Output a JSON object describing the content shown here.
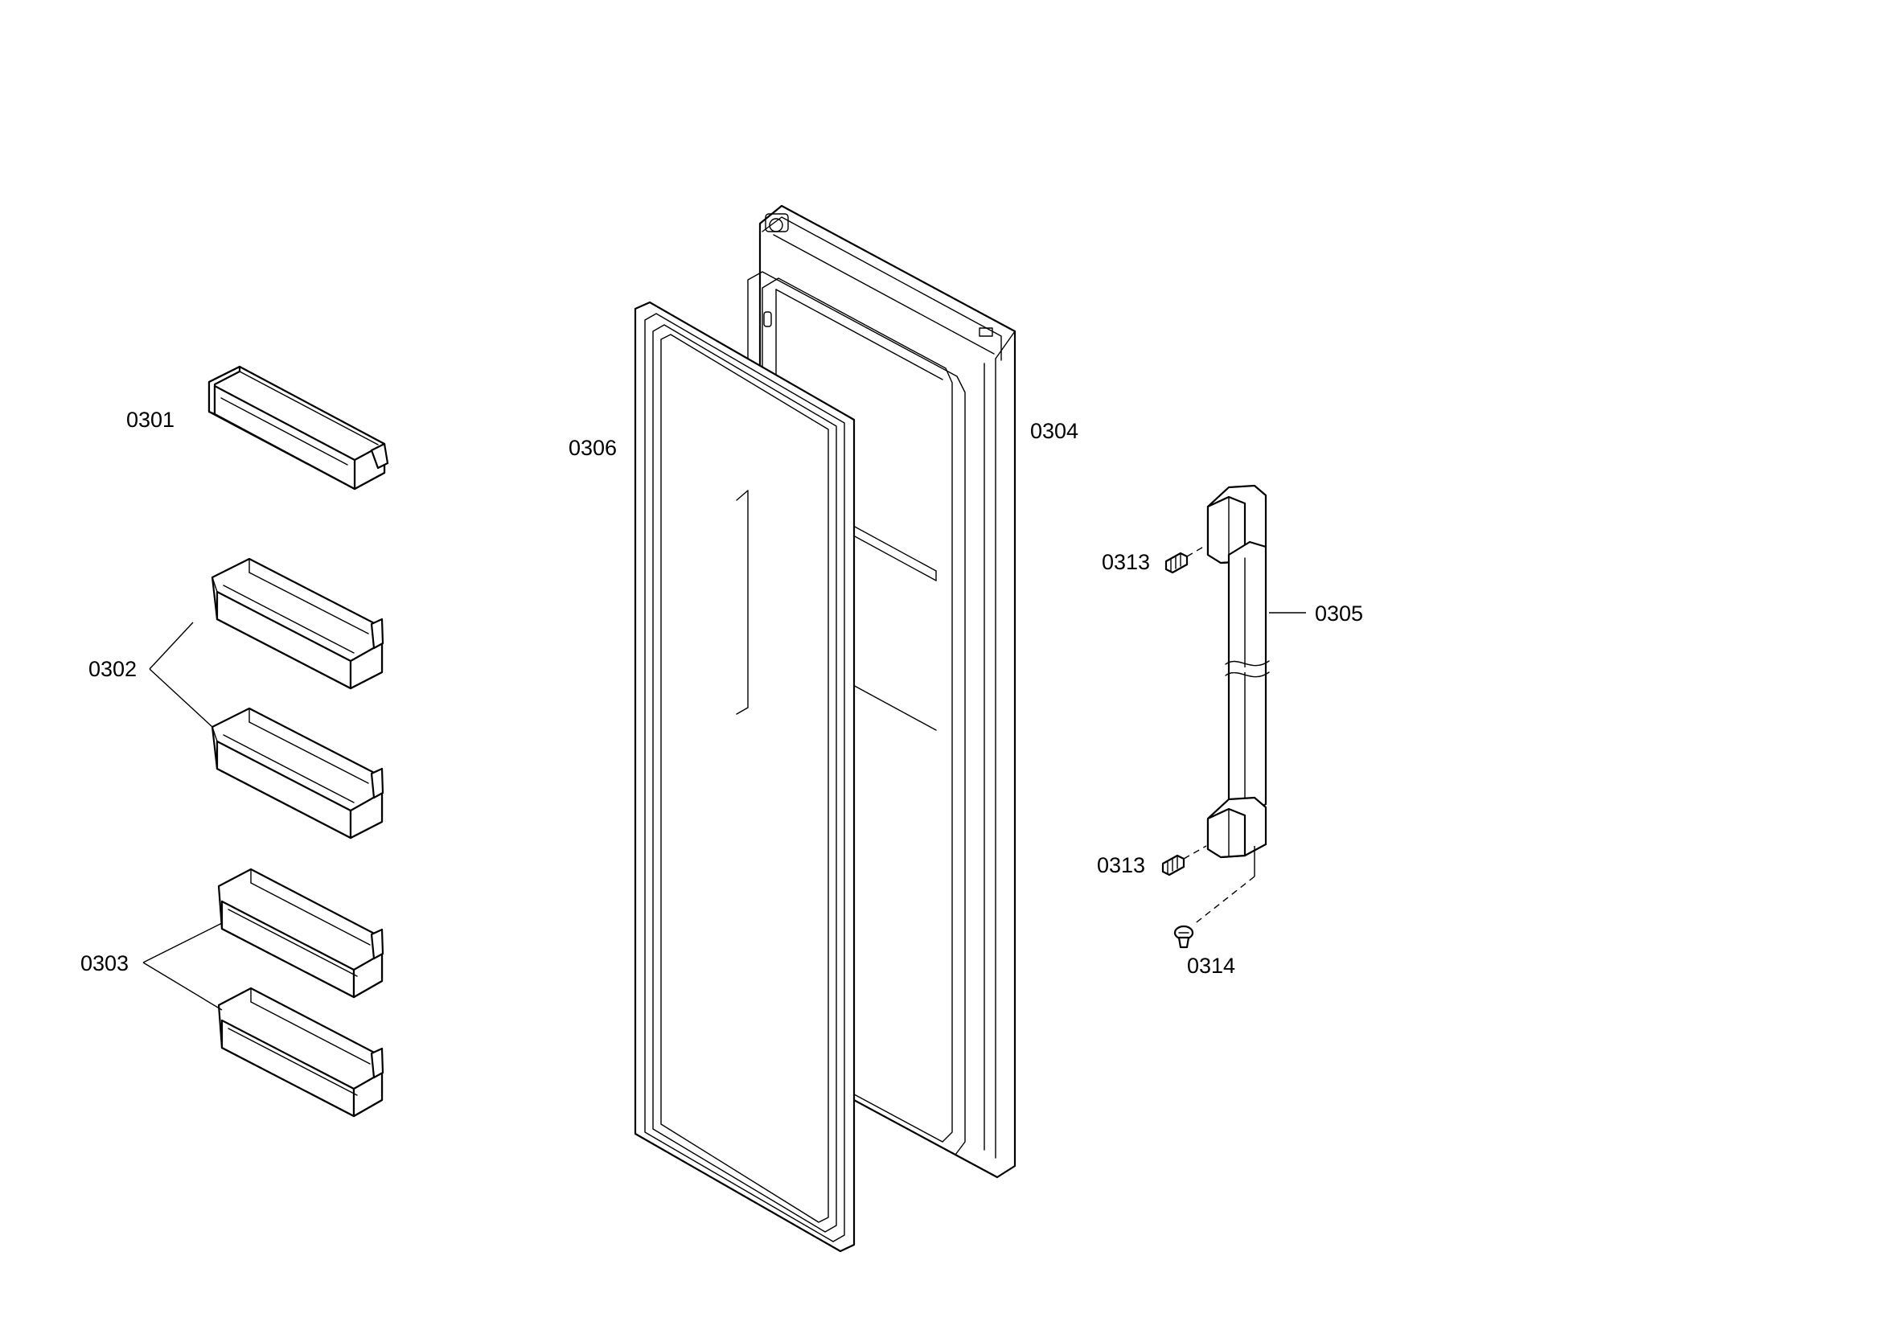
{
  "labels": {
    "p0301": "0301",
    "p0302": "0302",
    "p0303": "0303",
    "p0304": "0304",
    "p0305": "0305",
    "p0306": "0306",
    "p0313_top": "0313",
    "p0313_bottom": "0313",
    "p0314": "0314"
  }
}
